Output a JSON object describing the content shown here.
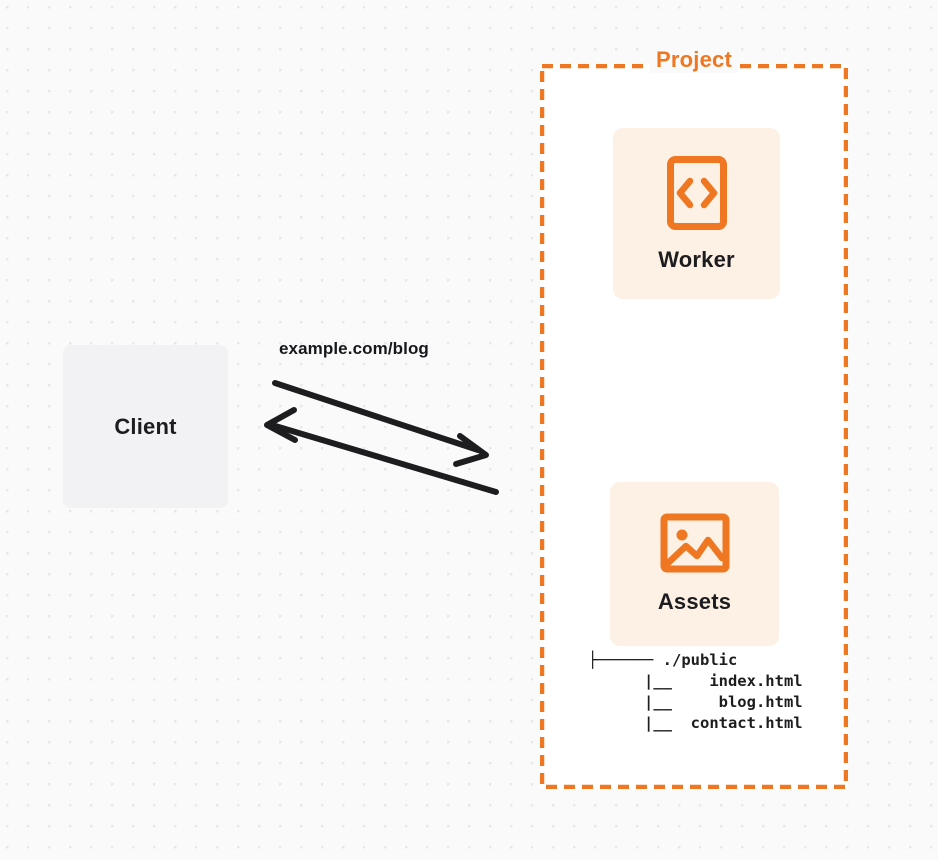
{
  "diagram": {
    "title_visible": false,
    "colors": {
      "accent_orange": "#f07721",
      "card_fill": "#fdf1e6",
      "client_fill": "#f2f2f4",
      "text_dark": "#1d1d1f",
      "canvas_bg": "#fafafa"
    },
    "client": {
      "label": "Client"
    },
    "edge": {
      "label": "example.com/blog",
      "request_direction": "client-to-project",
      "response_direction": "project-to-client"
    },
    "project": {
      "label": "Project",
      "cards": [
        {
          "label": "Worker",
          "icon": "code-brackets-icon"
        },
        {
          "label": "Assets",
          "icon": "image-icon"
        }
      ],
      "file_tree": [
        "├────── ./public",
        "      |__    index.html",
        "      |__     blog.html",
        "      |__  contact.html"
      ]
    }
  }
}
